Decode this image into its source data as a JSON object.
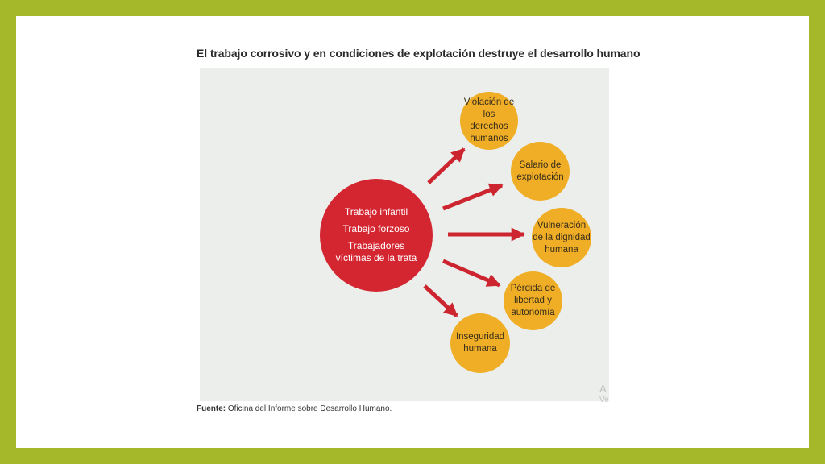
{
  "title": "El trabajo corrosivo y en condiciones de explotación destruye el desarrollo humano",
  "center": {
    "items": [
      "Trabajo infantil",
      "Trabajo forzoso",
      "Trabajadores víctimas de la trata"
    ]
  },
  "outcomes": [
    "Violación de los derechos humanos",
    "Salario de explotación",
    "Vulneración de la dignidad humana",
    "Pérdida de libertad y autonomía",
    "Inseguridad humana"
  ],
  "footer": {
    "label": "Fuente:",
    "text": "Oficina del Informe sobre Desarrollo Humano."
  },
  "watermark": {
    "line1": "A",
    "line2": "Ve"
  },
  "colors": {
    "frame": "#a4b82a",
    "panel": "#ebeeea",
    "center": "#d42631",
    "outcome": "#efae25",
    "arrow": "#cc2530"
  }
}
